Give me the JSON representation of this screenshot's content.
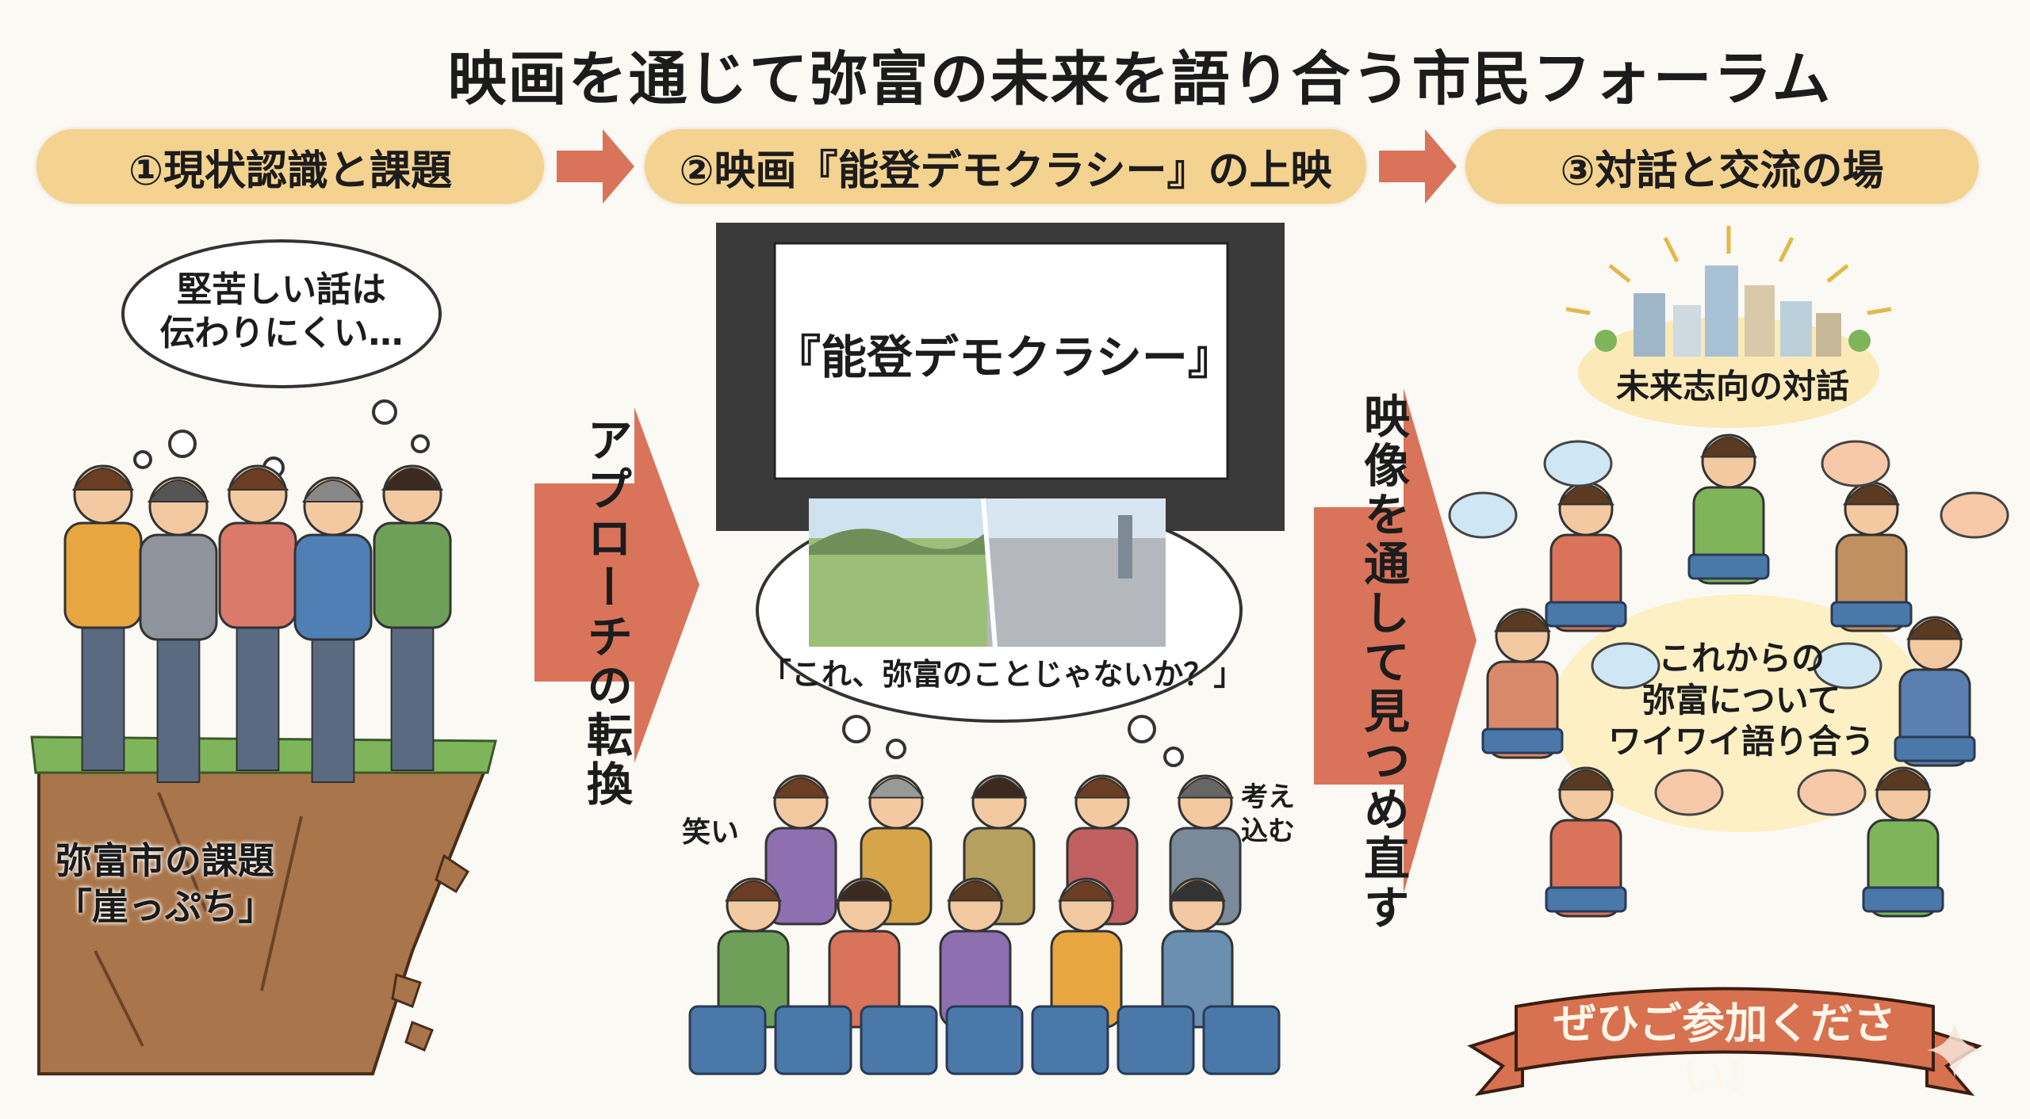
{
  "title": "映画を通じて弥富の未来を語り合う市民フォーラム",
  "steps": [
    {
      "label": "①現状認識と課題"
    },
    {
      "label": "②映画『能登デモクラシー』の上映"
    },
    {
      "label": "③対話と交流の場"
    }
  ],
  "step1": {
    "thought": [
      "堅苦しい話は",
      "伝わりにくい…"
    ],
    "cliff_label": [
      "弥富市の課題",
      "「崖っぷち」"
    ]
  },
  "transition1": "アプローチの転換",
  "step2": {
    "screen_title": "『能登デモクラシー』",
    "thought": "「これ、弥富のことじゃないか？」",
    "reaction_laugh": "笑い",
    "reaction_think": [
      "考え",
      "込む"
    ]
  },
  "transition2": "映像を通して見つめ直す",
  "step3": {
    "future_label": "未来志向の対話",
    "center_text": [
      "これからの",
      "弥富について",
      "ワイワイ語り合う"
    ],
    "banner": "ぜひご参加ください！"
  },
  "colors": {
    "pill": "#f4d290",
    "arrow": "#d9735a",
    "banner": "#d8714f",
    "screen": "#3a3a3a",
    "grass": "#7fb55a",
    "cliff": "#a9754a"
  }
}
